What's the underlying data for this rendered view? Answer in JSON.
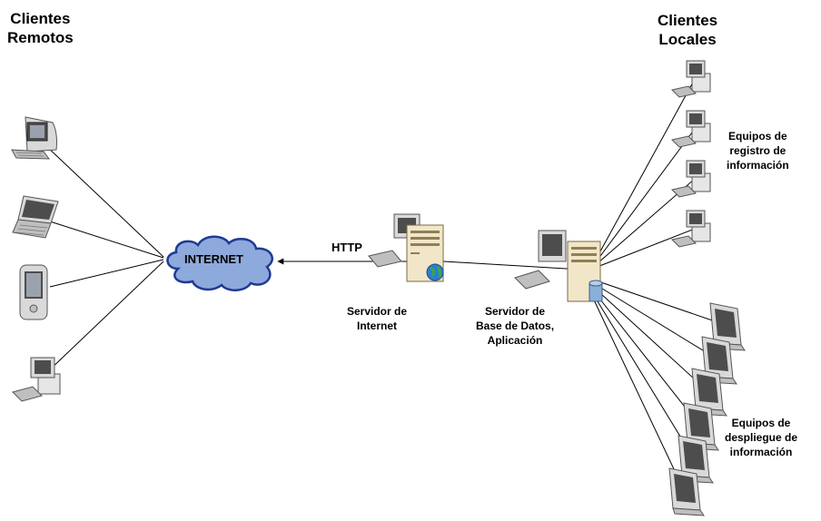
{
  "headings": {
    "remote_line1": "Clientes",
    "remote_line2": "Remotos",
    "local_line1": "Clientes",
    "local_line2": "Locales"
  },
  "cloud": {
    "label": "INTERNET",
    "fill": "#8EA9DB",
    "stroke": "#1F3A93"
  },
  "link": {
    "protocol": "HTTP"
  },
  "internet_server": {
    "line1": "Servidor de",
    "line2": "Internet"
  },
  "db_server": {
    "line1": "Servidor de",
    "line2": "Base de Datos,",
    "line3": "Aplicación"
  },
  "registro_group": {
    "line1": "Equipos de",
    "line2": "registro de",
    "line3": "información"
  },
  "despliegue_group": {
    "line1": "Equipos de",
    "line2": "despliegue de",
    "line3": "información"
  },
  "icons": {
    "remote": [
      "crt-monitor-icon",
      "laptop-icon",
      "pda-icon",
      "desktop-pc-icon"
    ],
    "registro": [
      "desktop-pc-icon",
      "desktop-pc-icon",
      "desktop-pc-icon",
      "desktop-pc-icon"
    ],
    "despliegue": [
      "display-screen-icon",
      "display-screen-icon",
      "display-screen-icon",
      "display-screen-icon",
      "display-screen-icon",
      "display-screen-icon"
    ],
    "servers": [
      "server-tower-icon",
      "globe-icon",
      "database-icon"
    ]
  }
}
